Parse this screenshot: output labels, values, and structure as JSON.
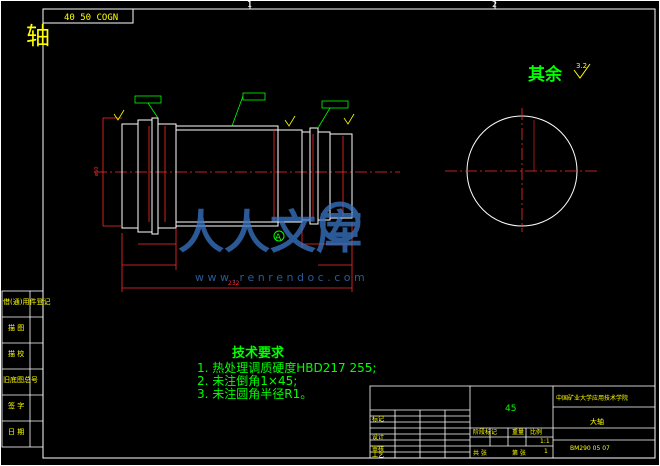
{
  "drawing": {
    "part_title": "轴",
    "header_code": "40 50 COGN",
    "zone_numbers": [
      "1",
      "2"
    ],
    "finish_note": {
      "label": "其余",
      "symbol_value": "3.2"
    },
    "watermark": {
      "brand": "人人文库",
      "url": "w w w . r e n r e n d o c . c o m"
    },
    "section_label": "A",
    "dimension_overall": "232",
    "tech_requirements": {
      "title": "技术要求",
      "items": [
        "1. 热处理调质硬度HBD217 255;",
        "2. 未注倒角1×45;",
        "3. 未注圆角半径R1。"
      ]
    },
    "side_table": {
      "rows": [
        "借(通)用件登记",
        "描 图",
        "描 校",
        "旧底图总号",
        "签 字",
        "日 期"
      ]
    },
    "title_block": {
      "material_number": "45",
      "institution": "中国矿业大学应用技术学院",
      "part_name": "大轴",
      "drawing_code": "BM290 05 07",
      "scale": "1:1",
      "sheet": "1",
      "row_labels": [
        "标记",
        "设计",
        "审核",
        "工艺"
      ],
      "col_labels": [
        "阶段标记",
        "重量",
        "比例",
        "共 张",
        "第 张"
      ]
    },
    "colors": {
      "background": "#000000",
      "frame": "#ffffff",
      "part_outline": "#ffffff",
      "dimension": "#ff2a2a",
      "annotation": "#00ff00",
      "title_yellow": "#ffff00",
      "leader": "#00ffff",
      "watermark": "#3a77c8"
    }
  }
}
